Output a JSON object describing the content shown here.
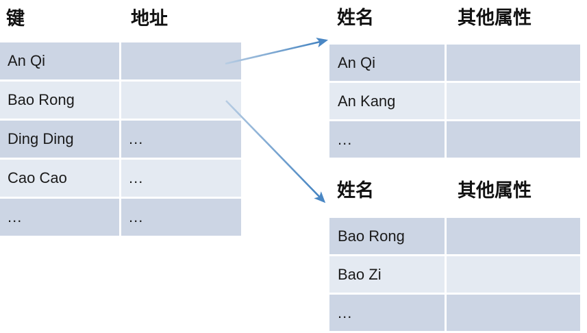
{
  "diagram": {
    "title_visible": false,
    "accent_color": "#4a87c4",
    "row_color_dark": "#ccd5e4",
    "row_color_light": "#e4eaf2",
    "background": "#ffffff"
  },
  "left_table": {
    "name": "index-table",
    "headers": [
      "键",
      "地址"
    ],
    "rows": [
      {
        "key": "An Qi",
        "address": ""
      },
      {
        "key": "Bao Rong",
        "address": ""
      },
      {
        "key": "Ding Ding",
        "address": "..."
      },
      {
        "key": "Cao Cao",
        "address": "..."
      },
      {
        "key": "...",
        "address": "..."
      }
    ]
  },
  "right_table_top": {
    "name": "bucket-table-1",
    "headers": [
      "姓名",
      "其他属性"
    ],
    "rows": [
      {
        "name": "An Qi",
        "other": ""
      },
      {
        "name": "An Kang",
        "other": ""
      },
      {
        "name": "...",
        "other": ""
      }
    ]
  },
  "right_table_bottom": {
    "name": "bucket-table-2",
    "headers": [
      "姓名",
      "其他属性"
    ],
    "rows": [
      {
        "name": "Bao Rong",
        "other": ""
      },
      {
        "name": "Bao Zi",
        "other": ""
      },
      {
        "name": "...",
        "other": ""
      }
    ]
  },
  "arrows": [
    {
      "label": "pointer-an-qi",
      "from": "An Qi address cell",
      "to": "bucket-table-1"
    },
    {
      "label": "pointer-bao-rong",
      "from": "Bao Rong address cell",
      "to": "bucket-table-2"
    }
  ]
}
